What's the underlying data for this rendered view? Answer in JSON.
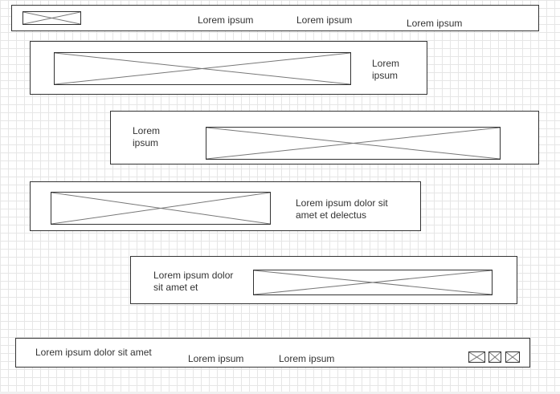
{
  "header": {
    "nav": [
      "Lorem ipsum",
      "Lorem ipsum",
      "Lorem ipsum"
    ]
  },
  "sections": [
    {
      "text": "Lorem ipsum"
    },
    {
      "text": "Lorem ipsum"
    },
    {
      "text": "Lorem ipsum dolor sit amet et delectus"
    },
    {
      "text": "Lorem ipsum dolor sit amet et"
    }
  ],
  "footer": {
    "tagline": "Lorem ipsum dolor sit amet",
    "links": [
      "Lorem ipsum",
      "Lorem ipsum"
    ]
  }
}
